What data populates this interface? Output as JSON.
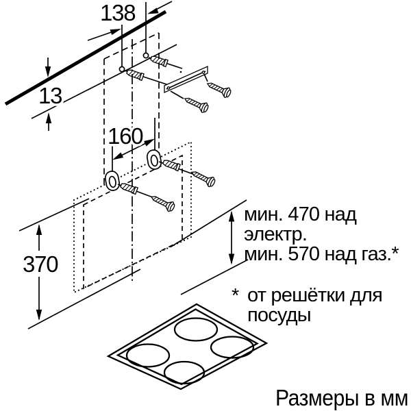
{
  "diagram": {
    "labels": {
      "dim_138": "138",
      "dim_13": "13",
      "dim_160": "160",
      "dim_370": "370",
      "clearance_line1": "мин. 470 над",
      "clearance_line2": "электр.",
      "clearance_line3": "мин. 570 над газ.*",
      "footnote_marker": "*",
      "footnote_line1": "от решётки для",
      "footnote_line2": "посуды",
      "units_note": "Размеры в мм"
    },
    "values_mm": {
      "dim_138": 138,
      "dim_13": 13,
      "dim_160": 160,
      "dim_370": 370,
      "min_clearance_electric": 470,
      "min_clearance_gas": 570
    },
    "colors": {
      "line": "#000000",
      "background": "#ffffff"
    }
  }
}
